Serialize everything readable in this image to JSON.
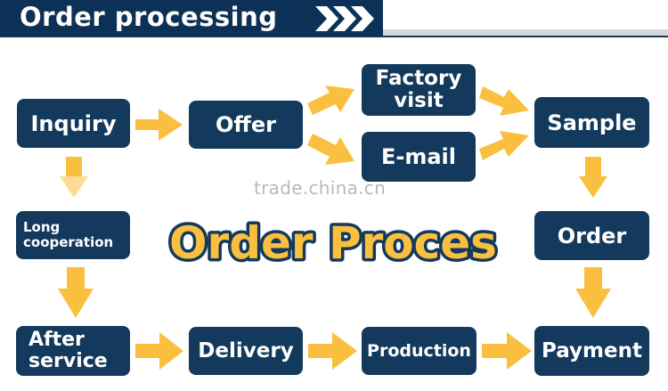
{
  "header": {
    "title": "Order processing"
  },
  "center_title": "Order Proces",
  "watermark": "trade.china.cn",
  "colors": {
    "node": "#133a5c",
    "arrow": "#fbbf3f",
    "banner": "#0d3156",
    "title_fill": "#fbbf3f",
    "title_stroke": "#133a5c"
  },
  "nodes": {
    "inquiry": "Inquiry",
    "offer": "Offer",
    "factory_visit": "Factory\nvisit",
    "email": "E-mail",
    "sample": "Sample",
    "order": "Order",
    "payment": "Payment",
    "production": "Production",
    "delivery": "Delivery",
    "after_service": "After\nservice",
    "long_cooperation": "Long\ncooperation"
  }
}
